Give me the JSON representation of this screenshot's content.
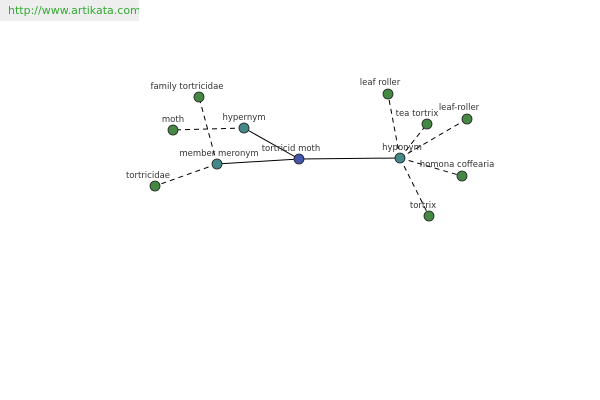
{
  "header": {
    "url": "http://www.artikata.com"
  },
  "colors": {
    "center_node": "#4455aa",
    "relation_node": "#448888",
    "leaf_node": "#448844",
    "edge": "#000000",
    "label": "#333333",
    "url_text": "#33aa33",
    "url_bg": "#eeeeee"
  },
  "graph": {
    "nodes": [
      {
        "id": "tortricid-moth",
        "label": "tortricid moth",
        "kind": "center"
      },
      {
        "id": "hypernym",
        "label": "hypernym",
        "kind": "relation"
      },
      {
        "id": "member-meronym",
        "label": "member meronym",
        "kind": "relation"
      },
      {
        "id": "hyponym",
        "label": "hyponym",
        "kind": "relation"
      },
      {
        "id": "moth",
        "label": "moth",
        "kind": "leaf"
      },
      {
        "id": "family-tortricidae",
        "label": "family tortricidae",
        "kind": "leaf"
      },
      {
        "id": "tortricidae",
        "label": "tortricidae",
        "kind": "leaf"
      },
      {
        "id": "leaf-roller-1",
        "label": "leaf roller",
        "kind": "leaf"
      },
      {
        "id": "tea-tortrix",
        "label": "tea tortrix",
        "kind": "leaf"
      },
      {
        "id": "leaf-roller-2",
        "label": "leaf-roller",
        "kind": "leaf"
      },
      {
        "id": "homona-coffearia",
        "label": "homona coffearia",
        "kind": "leaf"
      },
      {
        "id": "tortrix",
        "label": "tortrix",
        "kind": "leaf"
      }
    ],
    "edges": [
      {
        "from": "tortricid-moth",
        "to": "hypernym",
        "style": "solid"
      },
      {
        "from": "tortricid-moth",
        "to": "member-meronym",
        "style": "solid"
      },
      {
        "from": "tortricid-moth",
        "to": "hyponym",
        "style": "solid"
      },
      {
        "from": "hypernym",
        "to": "moth",
        "style": "dashed"
      },
      {
        "from": "member-meronym",
        "to": "family-tortricidae",
        "style": "dashed"
      },
      {
        "from": "member-meronym",
        "to": "tortricidae",
        "style": "dashed"
      },
      {
        "from": "hyponym",
        "to": "leaf-roller-1",
        "style": "dashed"
      },
      {
        "from": "hyponym",
        "to": "tea-tortrix",
        "style": "dashed"
      },
      {
        "from": "hyponym",
        "to": "leaf-roller-2",
        "style": "dashed"
      },
      {
        "from": "hyponym",
        "to": "homona-coffearia",
        "style": "dashed"
      },
      {
        "from": "hyponym",
        "to": "tortrix",
        "style": "dashed"
      }
    ]
  }
}
